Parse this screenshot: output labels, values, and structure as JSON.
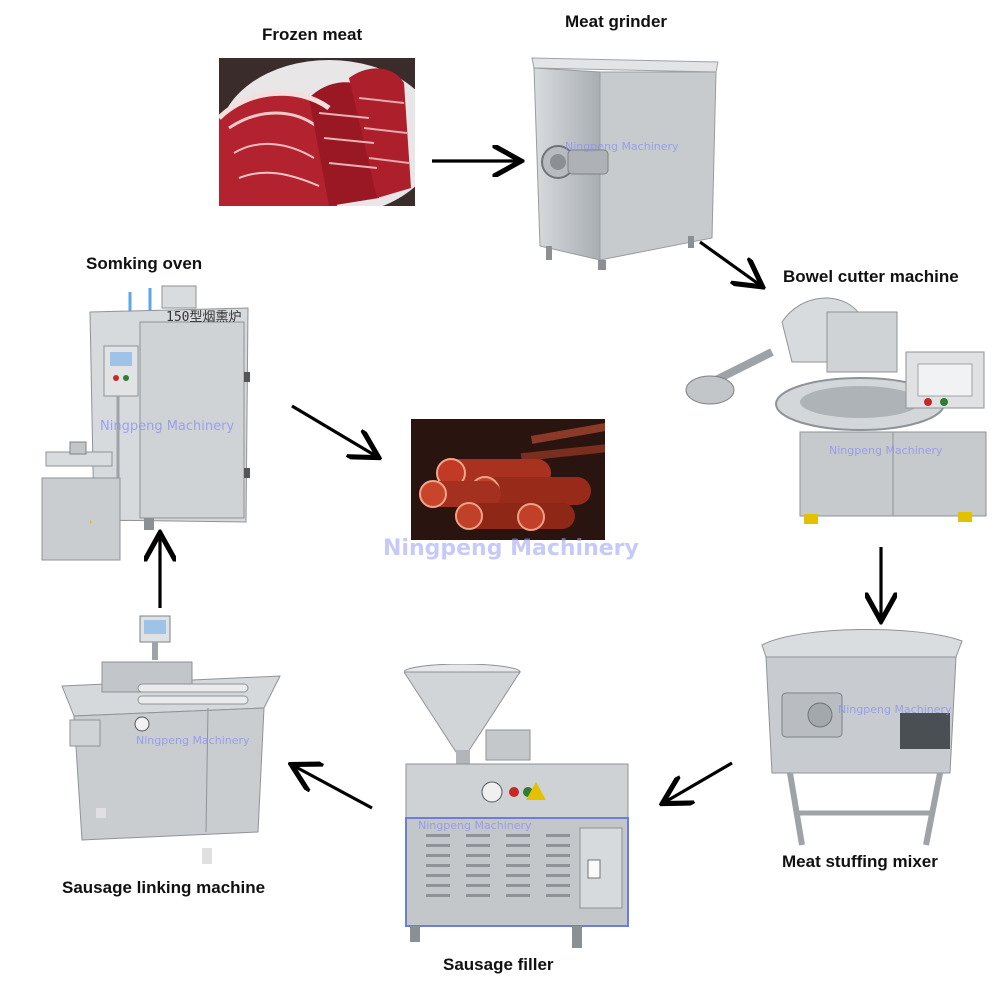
{
  "steps": {
    "frozen_meat": "Frozen meat",
    "meat_grinder": "Meat grinder",
    "bowl_cutter": "Bowel cutter machine",
    "stuffing_mixer": "Meat stuffing mixer",
    "sausage_filler": "Sausage filler",
    "linking_machine": "Sausage linking machine",
    "smoking_oven": "Somking oven"
  },
  "oven_plate": "150型烟熏炉",
  "watermarks": {
    "brand": "Ningpeng Machinery",
    "brand_small": "Ningpeng Machinery"
  },
  "icons": {
    "arrow": "arrow-icon"
  },
  "colors": {
    "steel": "#c9cdd1",
    "meat": "#9e1b24",
    "sausage": "#a8321f",
    "watermark": "#8a8ff0"
  }
}
